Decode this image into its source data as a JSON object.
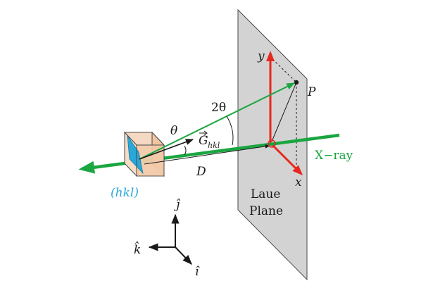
{
  "labels": {
    "two_theta": "2θ",
    "theta": "θ",
    "g_vector": "G",
    "g_subscript": "hkl",
    "distance": "D",
    "point": "P",
    "axis_y": "y",
    "axis_x": "x",
    "xray": "X−ray",
    "plane_line1": "Laue",
    "plane_line2": "Plane",
    "hkl": "(hkl)",
    "unit_j": "ĵ",
    "unit_k": "k̂",
    "unit_i": "î"
  },
  "colors": {
    "xray_beam": "#1aa640",
    "plane_axes": "#e8281e",
    "hkl_plane": "#28a7d8",
    "crystal": "#f2c9a6",
    "laue_plane": "#d3d3d3",
    "hkl_label": "#28a7d8"
  }
}
